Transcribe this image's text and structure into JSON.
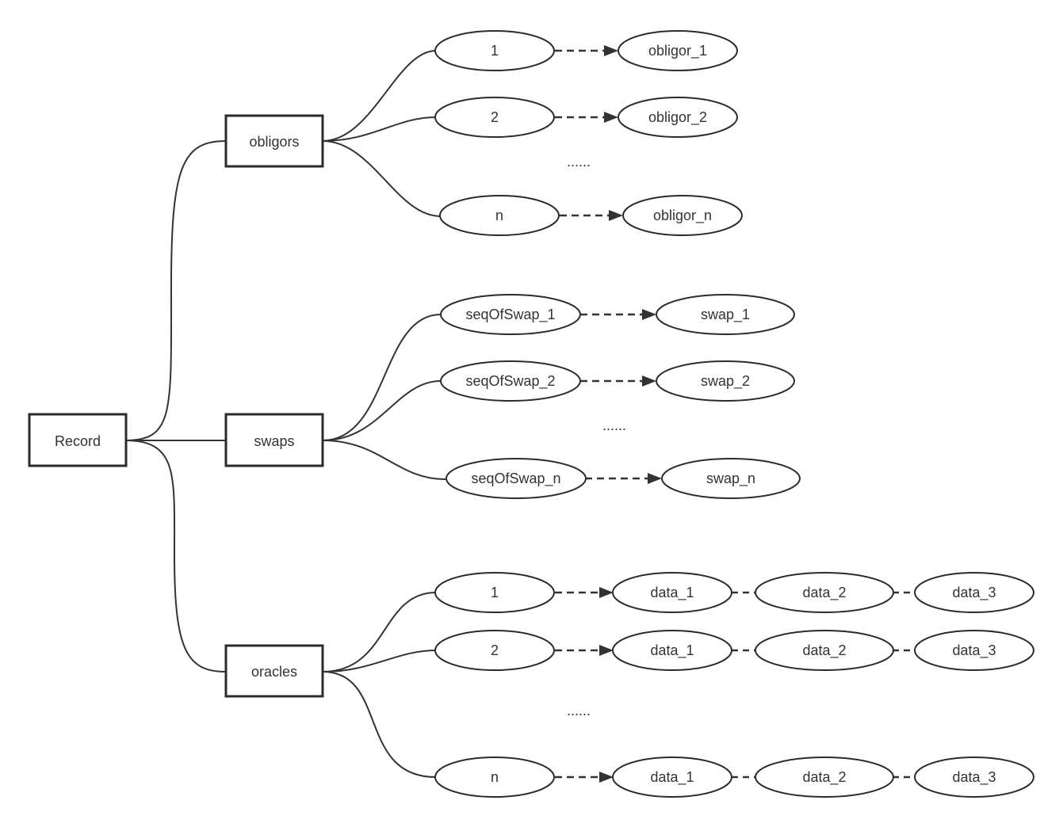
{
  "root": {
    "label": "Record"
  },
  "groups": {
    "obligors": {
      "label": "obligors",
      "keys": [
        "1",
        "2",
        "n"
      ],
      "values": [
        "obligor_1",
        "obligor_2",
        "obligor_n"
      ],
      "ellipsis": "......"
    },
    "swaps": {
      "label": "swaps",
      "keys": [
        "seqOfSwap_1",
        "seqOfSwap_2",
        "seqOfSwap_n"
      ],
      "values": [
        "swap_1",
        "swap_2",
        "swap_n"
      ],
      "ellipsis": "......"
    },
    "oracles": {
      "label": "oracles",
      "keys": [
        "1",
        "2",
        "n"
      ],
      "data": [
        "data_1",
        "data_2",
        "data_3"
      ],
      "ellipsis": "......"
    }
  }
}
